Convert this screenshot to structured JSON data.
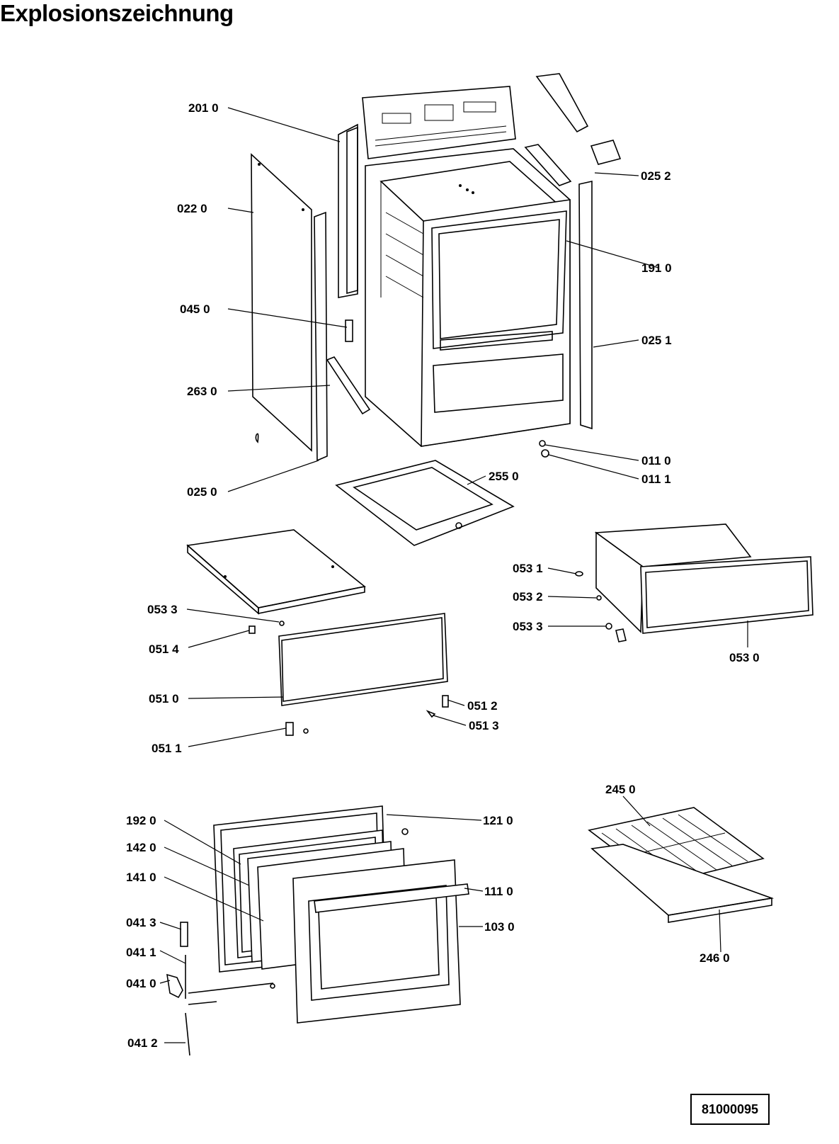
{
  "title": "Explosionszeichnung",
  "doc_number": "81000095",
  "labels": {
    "l2010": "201 0",
    "l0220": "022 0",
    "l0450": "045 0",
    "l2630": "263 0",
    "l0250": "025 0",
    "l0252": "025 2",
    "l1910": "191 0",
    "l0251": "025 1",
    "l0110": "011 0",
    "l0111": "011 1",
    "l2550": "255 0",
    "l0531": "053 1",
    "l0532": "053 2",
    "l0533r": "053 3",
    "l0530": "053 0",
    "l0533l": "053 3",
    "l0514": "051 4",
    "l0510": "051 0",
    "l0512": "051 2",
    "l0513": "051 3",
    "l0511": "051 1",
    "l1920": "192 0",
    "l1420": "142 0",
    "l1410": "141 0",
    "l0413": "041 3",
    "l0411": "041 1",
    "l0410": "041 0",
    "l0412": "041 2",
    "l1210": "121 0",
    "l1110": "111 0",
    "l1030": "103 0",
    "l2450": "245 0",
    "l2460": "246 0"
  }
}
